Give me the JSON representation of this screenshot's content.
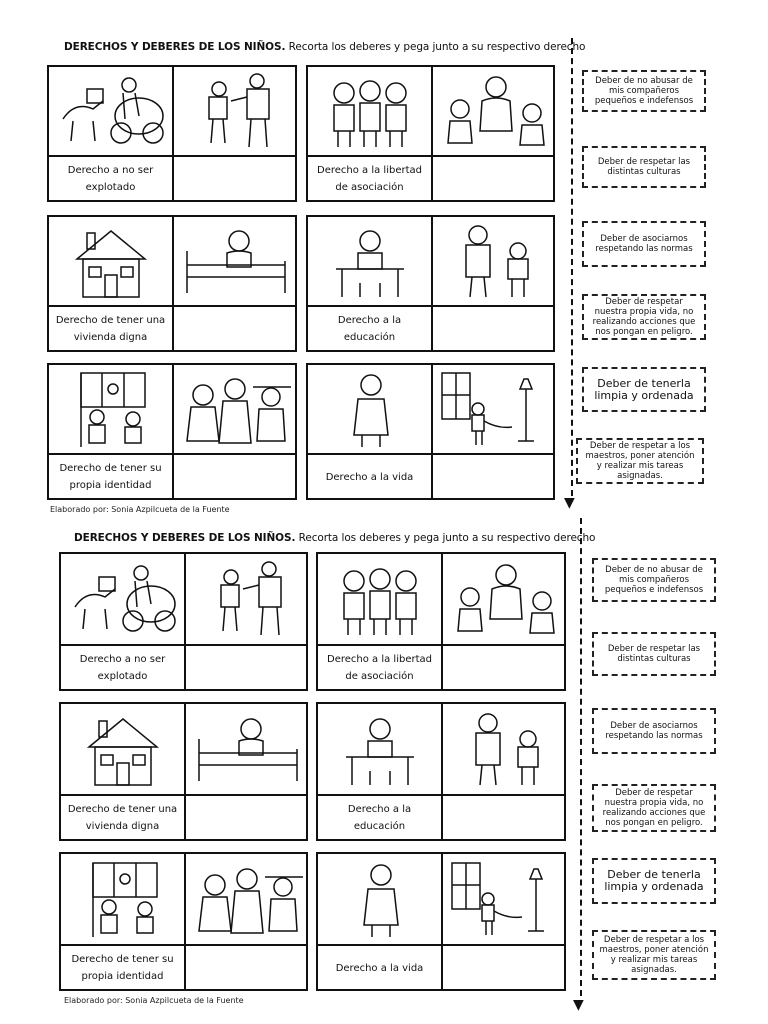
{
  "sheets": [
    {
      "title": {
        "heading": "DERECHOS Y DEBERES DE LOS NIÑOS.",
        "instruction": "Recorta los deberes y pega junto a su respectivo derecho"
      },
      "rights": [
        {
          "label_line1": "Derecho a no ser",
          "label_line2": "explotado"
        },
        {
          "label_line1": "Derecho a la libertad",
          "label_line2": "de asociación"
        },
        {
          "label_line1": "Derecho de tener una",
          "label_line2": "vivienda digna"
        },
        {
          "label_line1": "Derecho a la",
          "label_line2": "educación"
        },
        {
          "label_line1": "Derecho de tener su",
          "label_line2": "propia identidad"
        },
        {
          "label_line1": "Derecho a la vida",
          "label_line2": ""
        }
      ],
      "duties": [
        "Deber de no abusar de mis compañeros pequeños e indefensos",
        "Deber de respetar las distintas culturas",
        "Deber de asociarnos respetando las normas",
        "Deber de respetar nuestra propia vida, no realizando acciones que nos pongan en peligro.",
        "Deber de tenerla limpia y ordenada",
        "Deber de respetar a los maestros, poner atención y realizar mis tareas asignadas."
      ],
      "footer": "Elaborado por: Sonia Azpilcueta de la Fuente"
    },
    {
      "title": {
        "heading": "DERECHOS Y DEBERES DE LOS NIÑOS.",
        "instruction": "Recorta los deberes y pega junto a su respectivo derecho"
      },
      "rights": [
        {
          "label_line1": "Derecho a no ser",
          "label_line2": "explotado"
        },
        {
          "label_line1": "Derecho a la libertad",
          "label_line2": "de asociación"
        },
        {
          "label_line1": "Derecho de tener una",
          "label_line2": "vivienda digna"
        },
        {
          "label_line1": "Derecho a la",
          "label_line2": "educación"
        },
        {
          "label_line1": "Derecho de tener su",
          "label_line2": "propia identidad"
        },
        {
          "label_line1": "Derecho a la vida",
          "label_line2": ""
        }
      ],
      "duties": [
        "Deber de no abusar de mis compañeros pequeños e indefensos",
        "Deber de respetar las distintas culturas",
        "Deber de asociarnos respetando las normas",
        "Deber de respetar nuestra propia vida, no realizando acciones que nos pongan en peligro.",
        "Deber de tenerla limpia y ordenada",
        "Deber de respetar a los maestros, poner atención y realizar mis tareas asignadas."
      ],
      "footer": "Elaborado por: Sonia Azpilcueta de la Fuente"
    }
  ]
}
